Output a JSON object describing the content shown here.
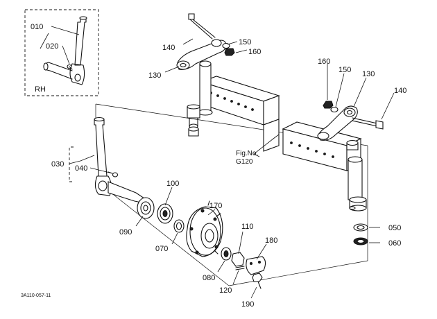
{
  "inset": {
    "title": "RH",
    "labels": [
      "010",
      "020"
    ]
  },
  "labels": {
    "p030": "030",
    "p040": "040",
    "p090": "090",
    "p100": "100",
    "p070": "070",
    "p170": "170",
    "p080": "080",
    "p110": "110",
    "p120": "120",
    "p180": "180",
    "p190": "190",
    "p130_l": "130",
    "p140_l": "140",
    "p150_l": "150",
    "p160_l": "160",
    "p160_r": "160",
    "p150_r": "150",
    "p130_r": "130",
    "p140_r": "140",
    "p050": "050",
    "p060": "060"
  },
  "figref": {
    "line1": "Fig.No.",
    "line2": "G120"
  },
  "drawing_code": "3A110-057-11"
}
